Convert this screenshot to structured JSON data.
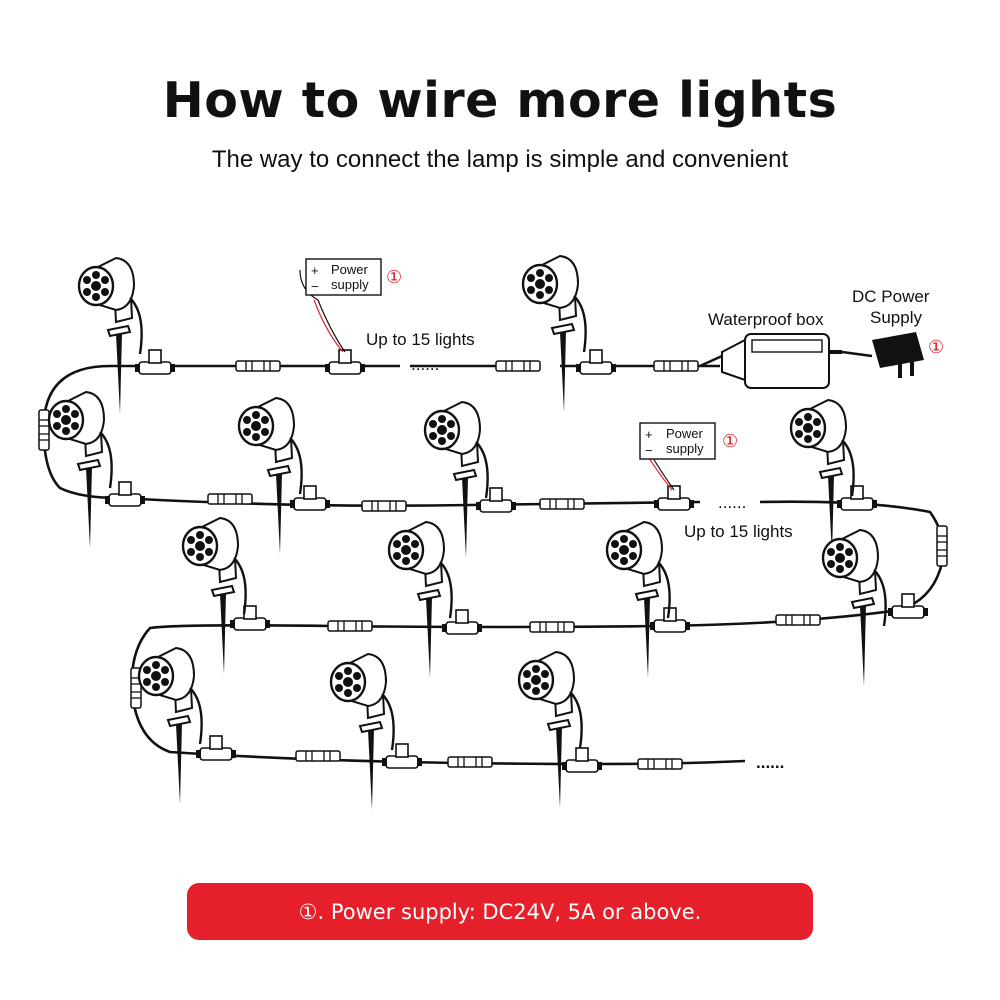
{
  "title": "How to wire more lights",
  "subtitle": "The way to connect the lamp is simple and convenient",
  "labels": {
    "up_to_1": "Up to 15 lights",
    "up_to_2": "Up to 15 lights",
    "waterproof_box": "Waterproof box",
    "dc_power_line1": "DC Power",
    "dc_power_line2": "Supply",
    "power_line1": "Power",
    "power_line2": "supply",
    "plus": "+",
    "minus": "−",
    "circled_one": "①",
    "dots": "......"
  },
  "note": "①. Power supply: DC24V, 5A or above."
}
